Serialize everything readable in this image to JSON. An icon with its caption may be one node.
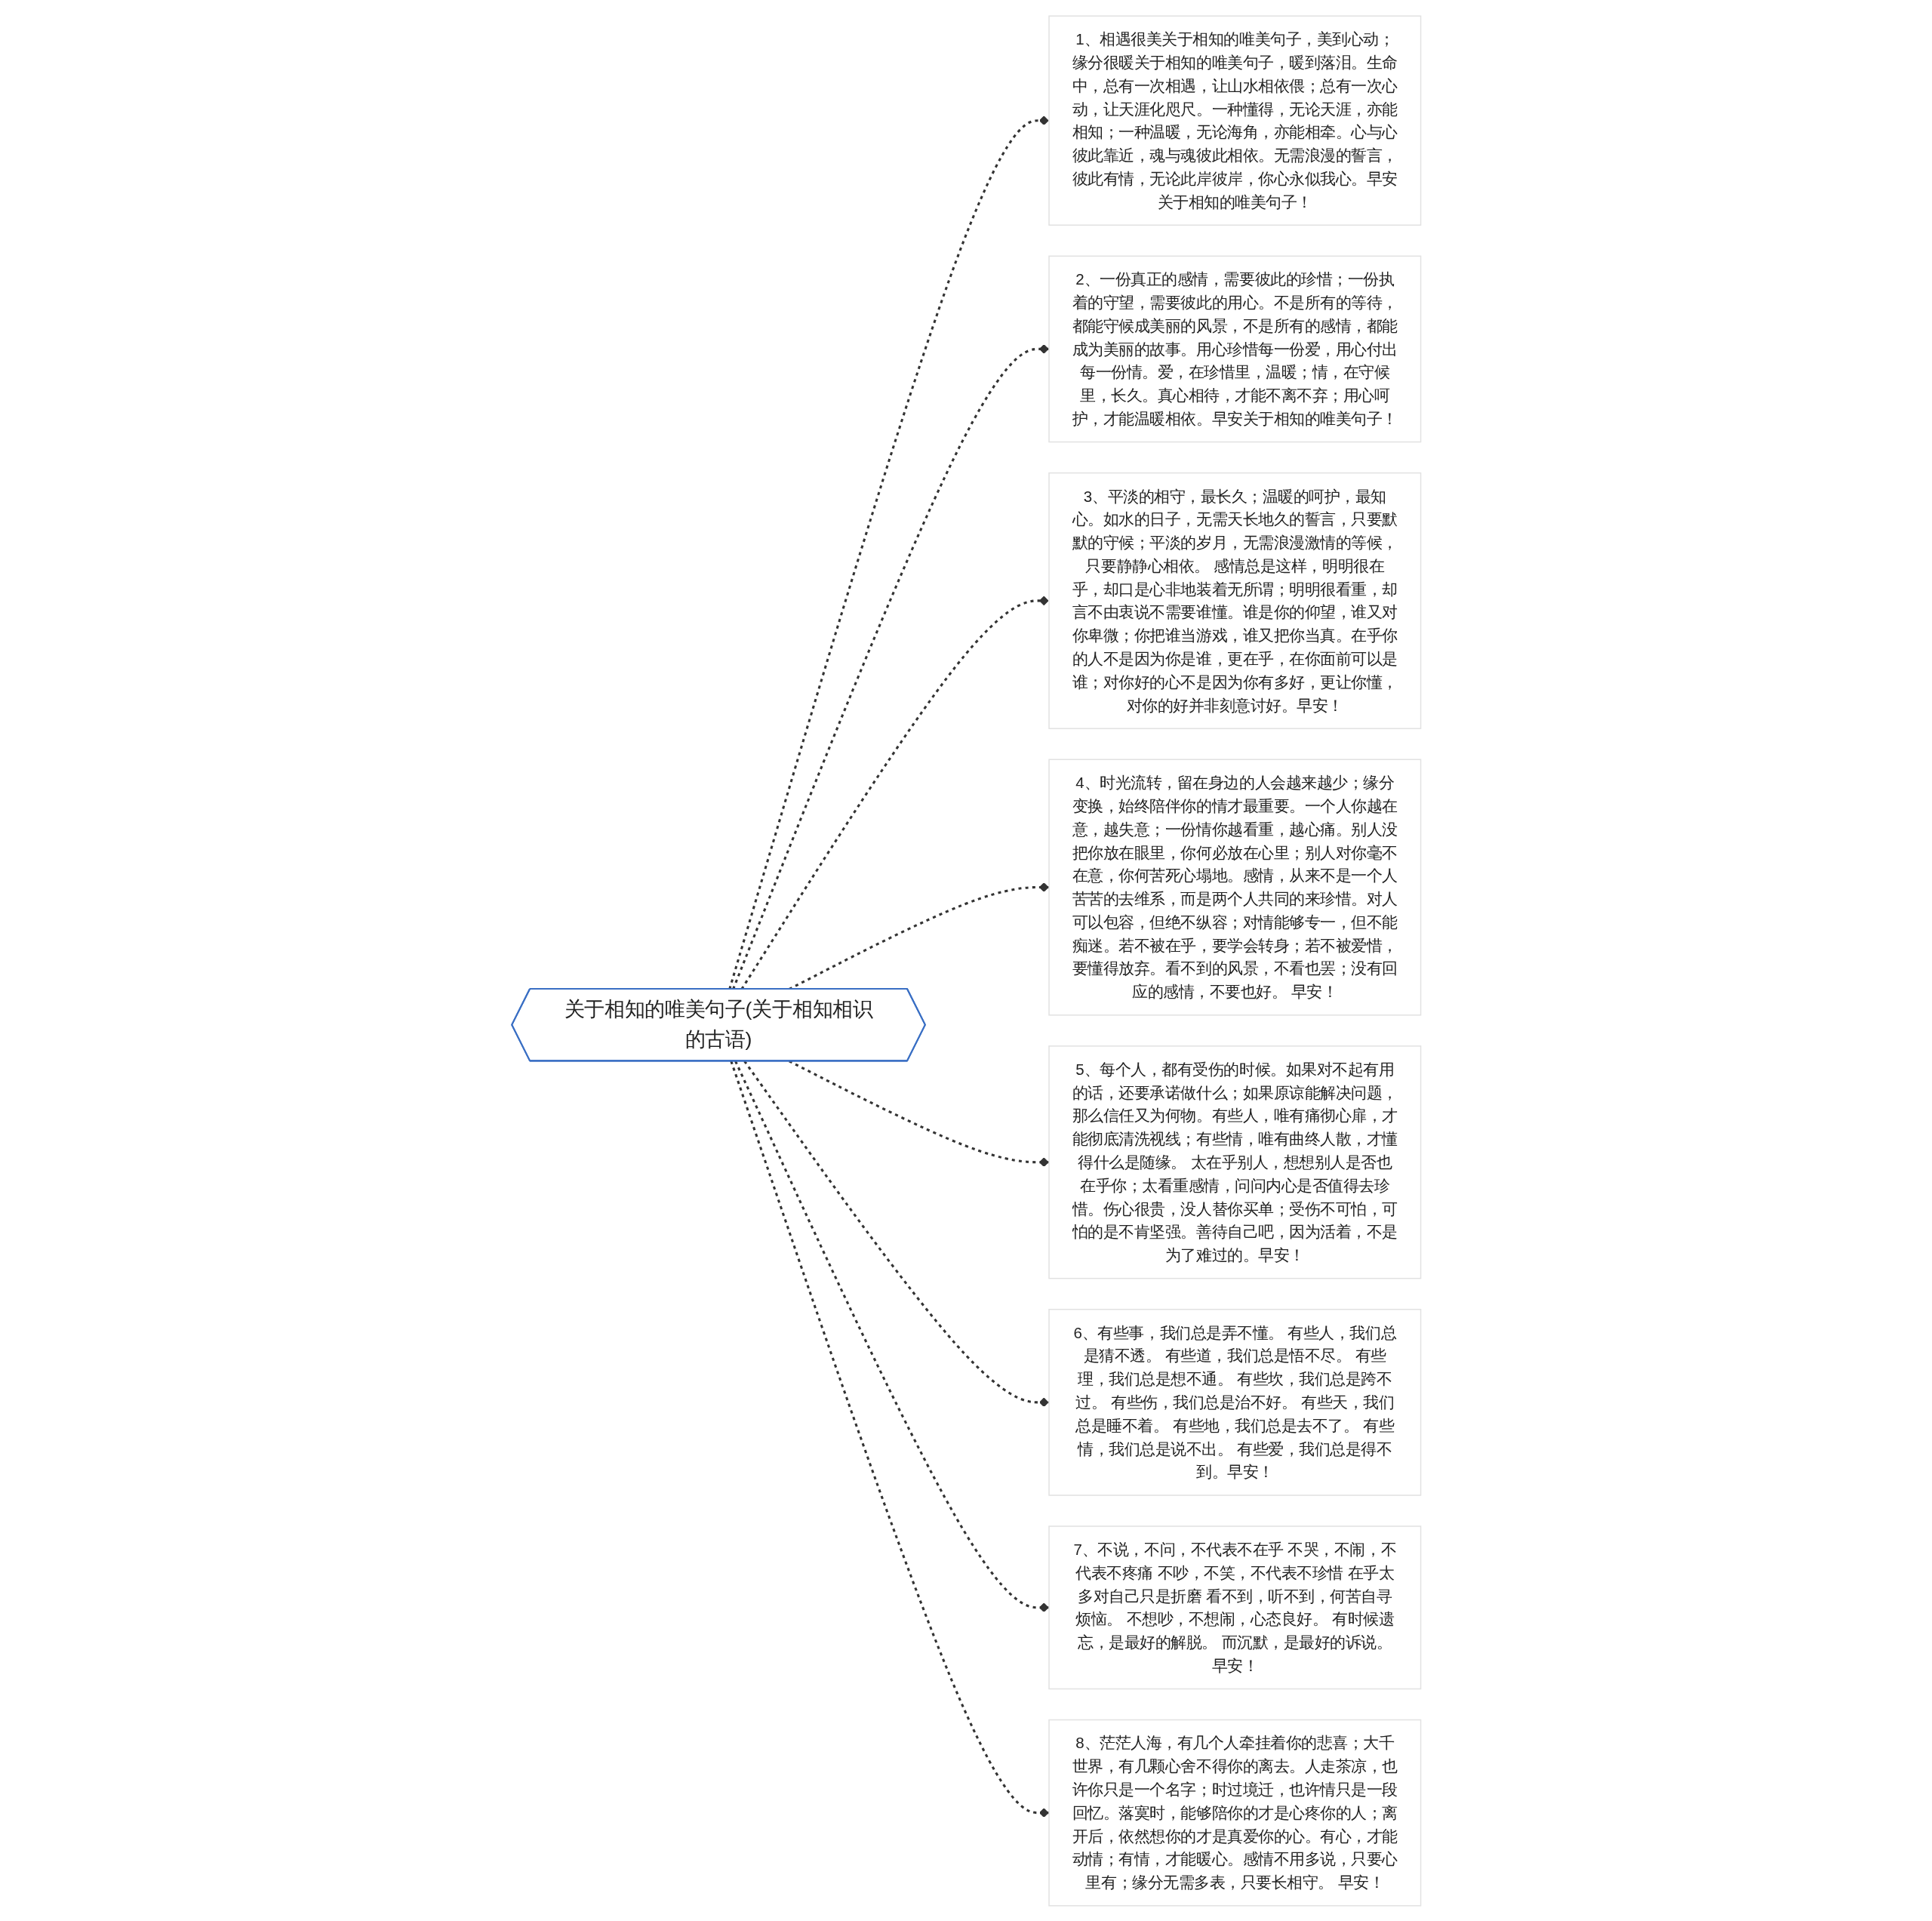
{
  "diagram": {
    "nodes": [
      {
        "text": [
          "关于相知的唯美句子(关于相知相识的古语)"
        ]
      },
      {
        "text": [
          "1、相遇很美关于相知的唯美句子，美到心动；缘分很暖关于相知的唯美句子，暖到落泪。生命中，总有一次相遇，让山水相依偎；总有一次心动，让天涯化咫尺。一种懂得，无论天涯，亦能相知；一种温暖，无论海角，亦能相牵。心与心彼此靠近，魂与魂彼此相依。无需浪漫的誓言，彼此有情，无论此岸彼岸，你心永似我心。早安关于相知的唯美句子！"
        ]
      },
      {
        "text": [
          "2、一份真正的感情，需要彼此的珍惜；一份执着的守望，需要彼此的用心。不是所有的等待，都能守候成美丽的风景，不是所有的感情，都能成为美丽的故事。用心珍惜每一份爱，用心付出每一份情。爱，在珍惜里，温暖；情，在守候里，长久。真心相待，才能不离不弃；用心呵护，才能温暖相依。早安关于相知的唯美句子！"
        ]
      },
      {
        "text": [
          "3、平淡的相守，最长久；温暖的呵护，最知心。如水的日子，无需天长地久的誓言，只要默默的守候；平淡的岁月，无需浪漫激情的等候，只要静静心相依。 感情总是这样，明明很在乎，却口是心非地装着无所谓；明明很看重，却言不由衷说不需要谁懂。谁是你的仰望，谁又对你卑微；你把谁当游戏，谁又把你当真。在乎你的人不是因为你是谁，更在乎，在你面前可以是谁；对你好的心不是因为你有多好，更让你懂，对你的好并非刻意讨好。早安！"
        ]
      },
      {
        "text": [
          "4、时光流转，留在身边的人会越来越少；缘分变换，始终陪伴你的情才最重要。一个人你越在意，越失意；一份情你越看重，越心痛。别人没把你放在眼里，你何必放在心里；别人对你毫不在意，你何苦死心塌地。感情，从来不是一个人苦苦的去维系，而是两个人共同的来珍惜。对人可以包容，但绝不纵容；对情能够专一，但不能痴迷。若不被在乎，要学会转身；若不被爱惜，要懂得放弃。看不到的风景，不看也罢；没有回应的感情，不要也好。 早安！"
        ]
      },
      {
        "text": [
          "5、每个人，都有受伤的时候。如果对不起有用的话，还要承诺做什么；如果原谅能解决问题，那么信任又为何物。有些人，唯有痛彻心扉，才能彻底清洗视线；有些情，唯有曲终人散，才懂得什么是随缘。 太在乎别人，想想别人是否也在乎你；太看重感情，问问内心是否值得去珍惜。伤心很贵，没人替你买单；受伤不可怕，可怕的是不肯坚强。善待自己吧，因为活着，不是为了难过的。早安！"
        ]
      },
      {
        "text": [
          "6、有些事，我们总是弄不懂。 有些人，我们总是猜不透。 有些道，我们总是悟不尽。 有些理，我们总是想不通。 有些坎，我们总是跨不过。 有些伤，我们总是治不好。 有些天，我们总是睡不着。 有些地，我们总是去不了。 有些情，我们总是说不出。 有些爱，我们总是得不到。早安！"
        ]
      },
      {
        "text": [
          "7、不说，不问，不代表不在乎 不哭，不闹，不代表不疼痛 不吵，不笑，不代表不珍惜 在乎太多对自己只是折磨 看不到，听不到，何苦自寻烦恼。 不想吵，不想闹，心态良好。 有时候遗忘，是最好的解脱。 而沉默，是最好的诉说。早安！"
        ]
      },
      {
        "text": [
          "8、茫茫人海，有几个人牵挂着你的悲喜；大千世界，有几颗心舍不得你的离去。人走茶凉，也许你只是一个名字；时过境迁，也许情只是一段回忆。落寞时，能够陪你的才是心疼你的人；离开后，依然想你的才是真爱你的心。有心，才能动情；有情，才能暖心。感情不用多说，只要心里有；缘分无需多表，只要长相守。 早安！"
        ]
      }
    ],
    "edges": [
      {
        "from": 0,
        "to": 1,
        "arrow": "other",
        "style": "dashed"
      },
      {
        "from": 0,
        "to": 2,
        "arrow": "other",
        "style": "dashed"
      },
      {
        "from": 0,
        "to": 3,
        "arrow": "other",
        "style": "dashed"
      },
      {
        "from": 0,
        "to": 4,
        "arrow": "other",
        "style": "dashed"
      },
      {
        "from": 0,
        "to": 5,
        "arrow": "other",
        "style": "dashed"
      },
      {
        "from": 0,
        "to": 6,
        "arrow": "other",
        "style": "dashed"
      },
      {
        "from": 0,
        "to": 7,
        "arrow": "other",
        "style": "dashed"
      },
      {
        "from": 0,
        "to": 8,
        "arrow": "other",
        "style": "dashed"
      }
    ]
  }
}
